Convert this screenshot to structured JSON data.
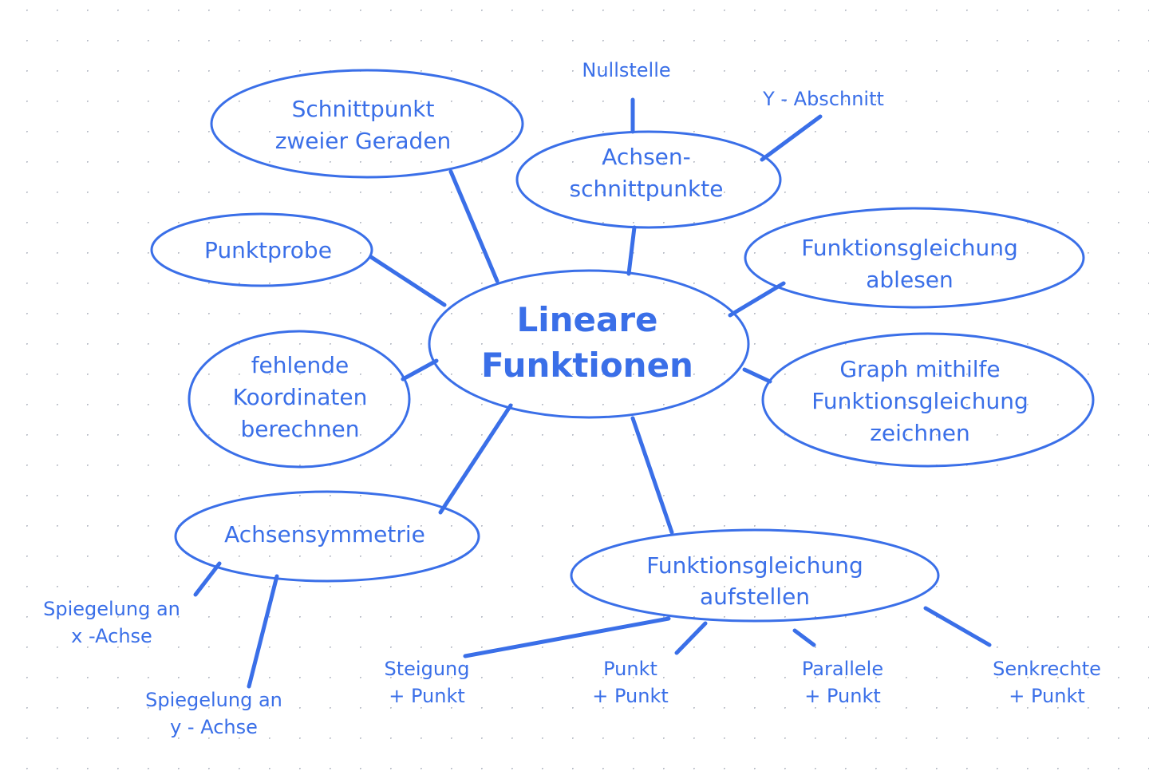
{
  "colors": {
    "ink": "#3a6fe8",
    "grid_dot": "#b8bcc6",
    "background": "#ffffff"
  },
  "center": {
    "line1": "Lineare",
    "line2": "Funktionen"
  },
  "nodes": {
    "schnittpunkt": {
      "line1": "Schnittpunkt",
      "line2": "zweier Geraden"
    },
    "achsenschnittpunkte": {
      "line1": "Achsen-",
      "line2": "schnittpunkte"
    },
    "punktprobe": {
      "line1": "Punktprobe"
    },
    "ablesen": {
      "line1": "Funktionsgleichung",
      "line2": "ablesen"
    },
    "fehlende": {
      "line1": "fehlende",
      "line2": "Koordinaten",
      "line3": "berechnen"
    },
    "graph": {
      "line1": "Graph mithilfe",
      "line2": "Funktionsgleichung",
      "line3": "zeichnen"
    },
    "achsensymmetrie": {
      "line1": "Achsensymmetrie"
    },
    "aufstellen": {
      "line1": "Funktionsgleichung",
      "line2": "aufstellen"
    }
  },
  "leaves": {
    "nullstelle": {
      "line1": "Nullstelle"
    },
    "y_abschnitt": {
      "line1": "Y - Abschnitt"
    },
    "spiegelung_x": {
      "line1": "Spiegelung an",
      "line2": "x -Achse"
    },
    "spiegelung_y": {
      "line1": "Spiegelung an",
      "line2": "y - Achse"
    },
    "steigung_punkt": {
      "line1": "Steigung",
      "line2": "+ Punkt"
    },
    "punkt_punkt": {
      "line1": "Punkt",
      "line2": "+ Punkt"
    },
    "parallele_punkt": {
      "line1": "Parallele",
      "line2": "+ Punkt"
    },
    "senkrechte_punkt": {
      "line1": "Senkrechte",
      "line2": "+ Punkt"
    }
  }
}
